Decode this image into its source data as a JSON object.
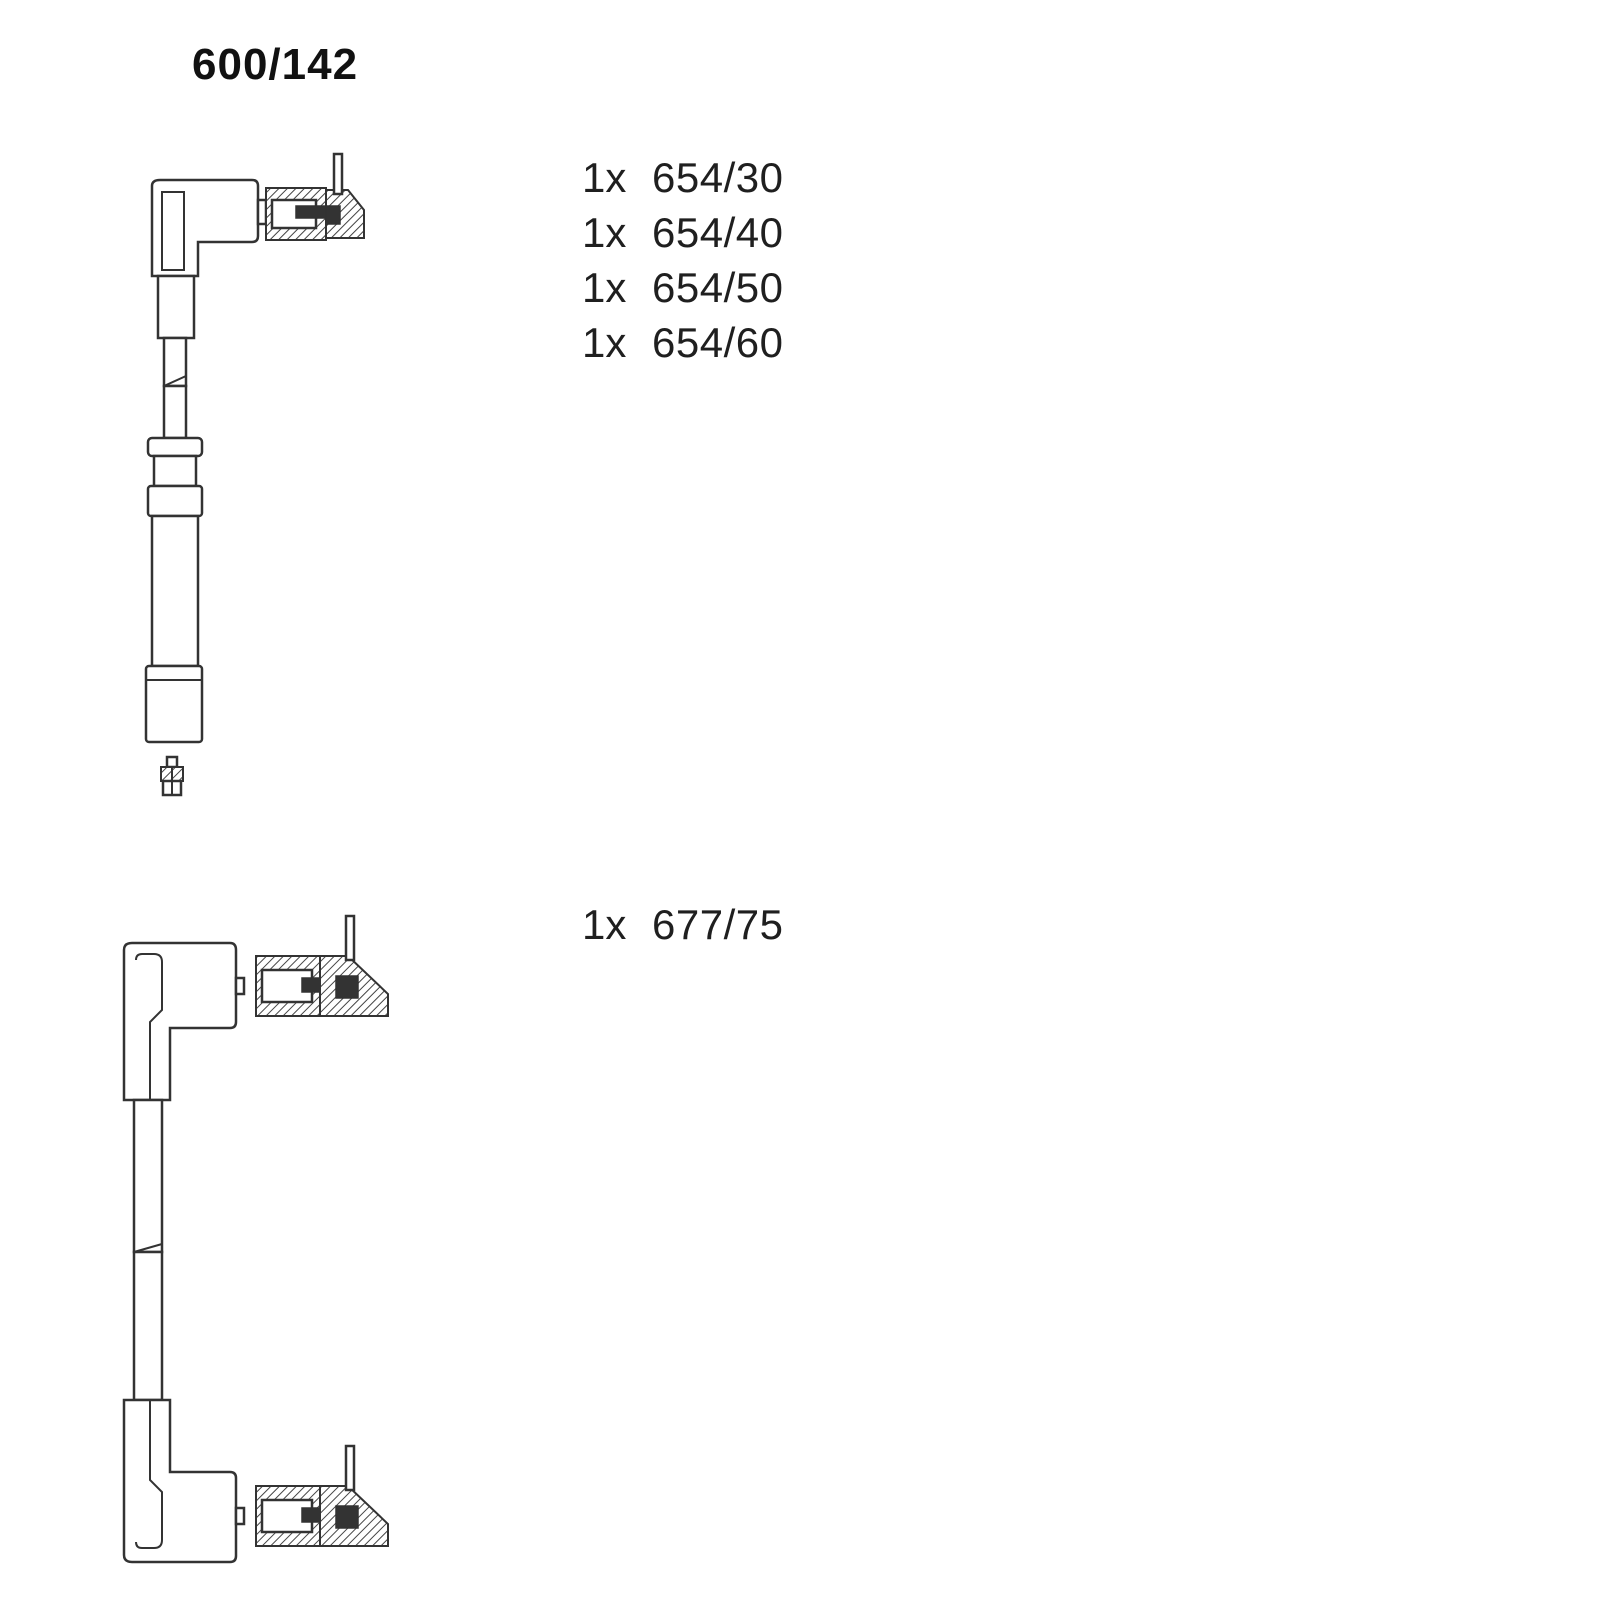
{
  "kit_number": "600/142",
  "lead_group_1": {
    "items": [
      {
        "qty": "1x",
        "code": "654/30"
      },
      {
        "qty": "1x",
        "code": "654/40"
      },
      {
        "qty": "1x",
        "code": "654/50"
      },
      {
        "qty": "1x",
        "code": "654/60"
      }
    ]
  },
  "lead_group_2": {
    "items": [
      {
        "qty": "1x",
        "code": "677/75"
      }
    ]
  }
}
